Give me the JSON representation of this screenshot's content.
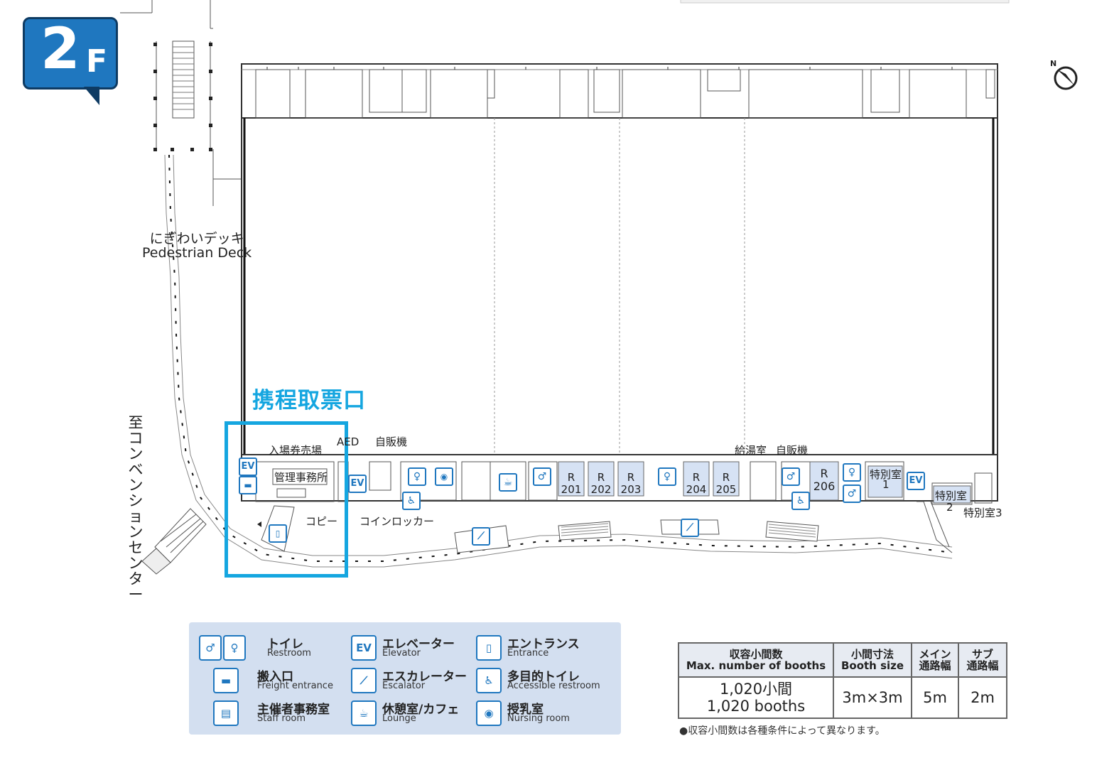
{
  "floor": {
    "number": "2",
    "suffix": "F"
  },
  "areas": {
    "deck_jp": "にぎわいデッキ",
    "deck_en": "Pedestrian Deck",
    "convention": "至コンベンションセンター",
    "highlight": "携程取票口"
  },
  "labels": {
    "ticket": "入場券売場",
    "office": "管理事務所",
    "aed": "AED",
    "vending1": "自販機",
    "copy": "コピー",
    "locker": "コインロッカー",
    "kyuto": "給湯室",
    "vending2": "自販機",
    "special1_a": "特別室",
    "special1_b": "1",
    "special2_a": "特別室",
    "special2_b": "2",
    "special3": "特別室3"
  },
  "rooms": [
    {
      "r": "R",
      "n": "201"
    },
    {
      "r": "R",
      "n": "202"
    },
    {
      "r": "R",
      "n": "203"
    },
    {
      "r": "R",
      "n": "204"
    },
    {
      "r": "R",
      "n": "205"
    },
    {
      "r": "R",
      "n": "206"
    }
  ],
  "icons": {
    "ev": "EV",
    "compass_n": "N"
  },
  "legend": [
    {
      "icon": "restroom-icon",
      "glyph": "🚻",
      "jp": "トイレ",
      "en": "Restroom"
    },
    {
      "icon": "elevator-icon",
      "glyph": "EV",
      "jp": "エレベーター",
      "en": "Elevator"
    },
    {
      "icon": "entrance-icon",
      "glyph": "▯",
      "jp": "エントランス",
      "en": "Entrance"
    },
    {
      "icon": "freight-icon",
      "glyph": "▬",
      "jp": "搬入口",
      "en": "Freight entrance"
    },
    {
      "icon": "escalator-icon",
      "glyph": "⟋",
      "jp": "エスカレーター",
      "en": "Escalator"
    },
    {
      "icon": "accessible-restroom-icon",
      "glyph": "♿",
      "jp": "多目的トイレ",
      "en": "Accessible restroom"
    },
    {
      "icon": "staff-room-icon",
      "glyph": "▤",
      "jp": "主催者事務室",
      "en": "Staff room"
    },
    {
      "icon": "lounge-icon",
      "glyph": "☕",
      "jp": "休憩室/カフェ",
      "en": "Lounge"
    },
    {
      "icon": "nursing-room-icon",
      "glyph": "◉",
      "jp": "授乳室",
      "en": "Nursing room"
    }
  ],
  "booth_table": {
    "h1_jp": "収容小間数",
    "h1_en": "Max. number of booths",
    "h2_jp": "小間寸法",
    "h2_en": "Booth size",
    "h3_a": "メイン",
    "h3_b": "通路幅",
    "h4_a": "サブ",
    "h4_b": "通路幅",
    "v1_jp": "1,020小間",
    "v1_en": "1,020 booths",
    "v2": "3m×3m",
    "v3": "5m",
    "v4": "2m"
  },
  "note": "●収容小間数は各種条件によって異なります。",
  "colors": {
    "accent": "#1f77bf",
    "highlight": "#15a6e0",
    "legend_bg": "#d3dff0"
  }
}
